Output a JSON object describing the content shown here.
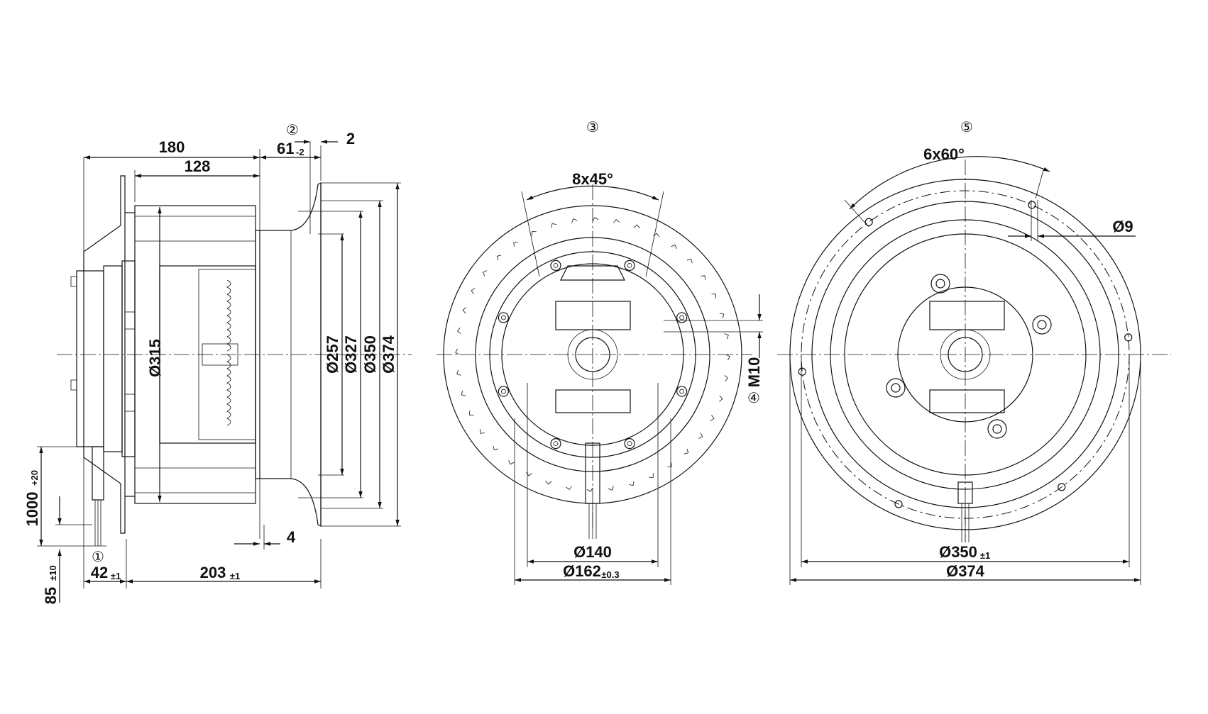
{
  "views": {
    "side": {
      "dims": {
        "d180": "180",
        "d128": "128",
        "d61": "61",
        "d61_tol": "-2",
        "d2": "2",
        "d315": "Ø315",
        "d257": "Ø257",
        "d327": "Ø327",
        "d350": "Ø350",
        "d374": "Ø374",
        "d4": "4",
        "d1000": "1000",
        "d1000_tol": "+20",
        "d42": "42",
        "d42_tol": "±1",
        "d203": "203",
        "d203_tol": "±1",
        "d85": "85",
        "d85_tol": "±10"
      },
      "callouts": {
        "c1": "①",
        "c2": "②"
      }
    },
    "rear": {
      "dims": {
        "angle": "8x45°",
        "d140": "Ø140",
        "d162": "Ø162",
        "d162_tol": "±0.3",
        "thread": "M10"
      },
      "callouts": {
        "c3": "③",
        "c4": "④"
      }
    },
    "front": {
      "dims": {
        "angle": "6x60°",
        "d9": "Ø9",
        "d350": "Ø350",
        "d350_tol": "±1",
        "d374": "Ø374"
      },
      "callouts": {
        "c5": "⑤"
      }
    }
  }
}
